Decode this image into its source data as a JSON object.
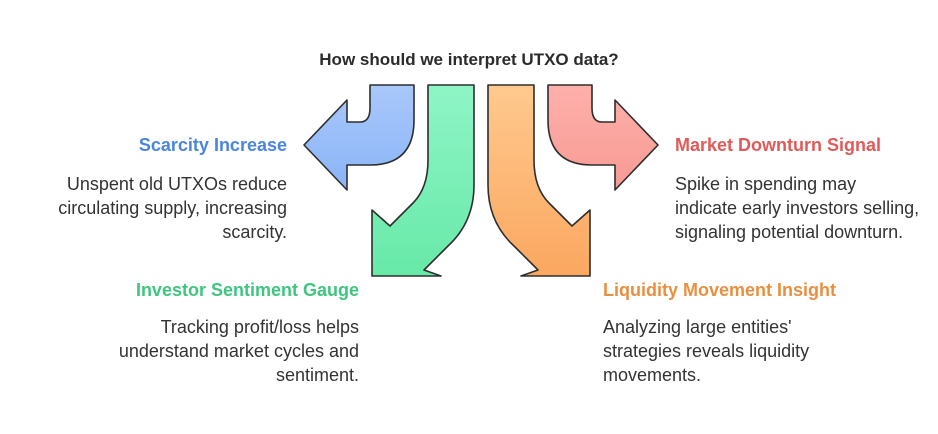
{
  "title": "How should we interpret UTXO data?",
  "colors": {
    "blue": "#4a86e0",
    "green": "#3ec680",
    "orange": "#e99040",
    "red": "#e15a5a"
  },
  "items": [
    {
      "heading": "Scarcity Increase",
      "desc": "Unspent old UTXOs reduce circulating supply, increasing scarcity.",
      "color": "#4a86e0"
    },
    {
      "heading": "Investor Sentiment Gauge",
      "desc": "Tracking profit/loss helps understand market cycles and sentiment.",
      "color": "#3ec680"
    },
    {
      "heading": "Liquidity Movement Insight",
      "desc": "Analyzing large entities' strategies reveals liquidity movements.",
      "color": "#e99040"
    },
    {
      "heading": "Market Downturn Signal",
      "desc": "Spike in spending may indicate early investors selling, signaling potential downturn.",
      "color": "#e15a5a"
    }
  ]
}
